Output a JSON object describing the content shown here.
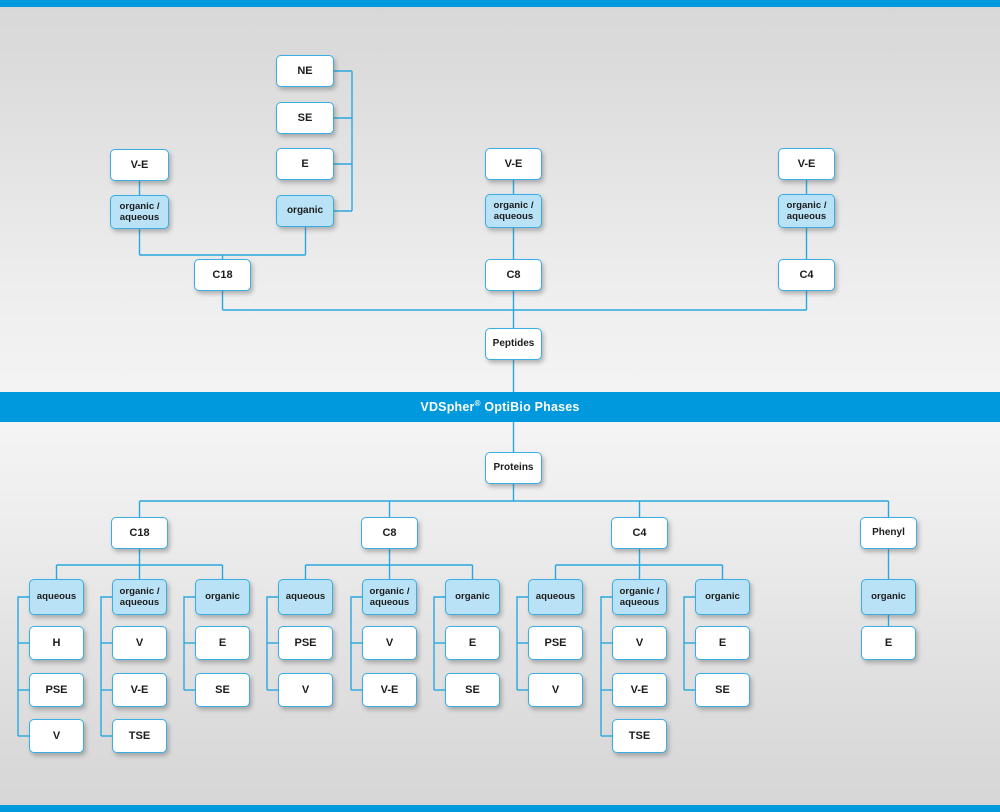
{
  "banner": {
    "brand": "VDSpher",
    "registered": "®",
    "title": " OptiBio Phases",
    "full_text": "VDSpher® OptiBio Phases",
    "bg_color": "#0099dd",
    "text_color": "#ffffff"
  },
  "theme": {
    "line_color": "#29a8e0",
    "node_border": "#3aaee4",
    "node_bg": "#ffffff",
    "node_tint_bg": "#b9e2f6",
    "background_top": "#d8d8d8",
    "background_mid": "#f4f4f4",
    "background_bottom": "#d6d6d6",
    "accent": "#0099dd"
  },
  "peptides": {
    "root_label": "Peptides",
    "columns": [
      {
        "phase": "C18",
        "modes": [
          {
            "label": "organic / aqueous",
            "line1": "organic /",
            "line2": "aqueous",
            "tint": true,
            "children": [
              "V-E"
            ]
          },
          {
            "label": "organic",
            "line1": "organic",
            "line2": "",
            "tint": true,
            "children": [
              "NE",
              "SE",
              "E"
            ]
          }
        ]
      },
      {
        "phase": "C8",
        "modes": [
          {
            "label": "organic / aqueous",
            "line1": "organic /",
            "line2": "aqueous",
            "tint": true,
            "children": [
              "V-E"
            ]
          }
        ]
      },
      {
        "phase": "C4",
        "modes": [
          {
            "label": "organic / aqueous",
            "line1": "organic /",
            "line2": "aqueous",
            "tint": true,
            "children": [
              "V-E"
            ]
          }
        ]
      }
    ]
  },
  "proteins": {
    "root_label": "Proteins",
    "columns": [
      {
        "phase": "C18",
        "modes": [
          {
            "label": "aqueous",
            "line1": "aqueous",
            "line2": "",
            "tint": true,
            "children": [
              "H",
              "PSE",
              "V"
            ]
          },
          {
            "label": "organic / aqueous",
            "line1": "organic /",
            "line2": "aqueous",
            "tint": true,
            "children": [
              "V",
              "V-E",
              "TSE"
            ]
          },
          {
            "label": "organic",
            "line1": "organic",
            "line2": "",
            "tint": true,
            "children": [
              "E",
              "SE"
            ]
          }
        ]
      },
      {
        "phase": "C8",
        "modes": [
          {
            "label": "aqueous",
            "line1": "aqueous",
            "line2": "",
            "tint": true,
            "children": [
              "PSE",
              "V"
            ]
          },
          {
            "label": "organic / aqueous",
            "line1": "organic /",
            "line2": "aqueous",
            "tint": true,
            "children": [
              "V",
              "V-E"
            ]
          },
          {
            "label": "organic",
            "line1": "organic",
            "line2": "",
            "tint": true,
            "children": [
              "E",
              "SE"
            ]
          }
        ]
      },
      {
        "phase": "C4",
        "modes": [
          {
            "label": "aqueous",
            "line1": "aqueous",
            "line2": "",
            "tint": true,
            "children": [
              "PSE",
              "V"
            ]
          },
          {
            "label": "organic / aqueous",
            "line1": "organic /",
            "line2": "aqueous",
            "tint": true,
            "children": [
              "V",
              "V-E",
              "TSE"
            ]
          },
          {
            "label": "organic",
            "line1": "organic",
            "line2": "",
            "tint": true,
            "children": [
              "E",
              "SE"
            ]
          }
        ]
      },
      {
        "phase": "Phenyl",
        "modes": [
          {
            "label": "organic",
            "line1": "organic",
            "line2": "",
            "tint": true,
            "children": [
              "E"
            ]
          }
        ]
      }
    ]
  },
  "nodes": {
    "top_c18_ve": "V-E",
    "top_c18_orgaq_l1": "organic /",
    "top_c18_orgaq_l2": "aqueous",
    "top_ne": "NE",
    "top_se": "SE",
    "top_e": "E",
    "top_organic": "organic",
    "top_c18": "C18",
    "top_c8_ve": "V-E",
    "top_c8_orgaq_l1": "organic /",
    "top_c8_orgaq_l2": "aqueous",
    "top_c8": "C8",
    "top_c4_ve": "V-E",
    "top_c4_orgaq_l1": "organic /",
    "top_c4_orgaq_l2": "aqueous",
    "top_c4": "C4",
    "peptides": "Peptides",
    "proteins": "Proteins",
    "p_c18": "C18",
    "p_c18_aq": "aqueous",
    "p_c18_aq_1": "H",
    "p_c18_aq_2": "PSE",
    "p_c18_aq_3": "V",
    "p_c18_oa_l1": "organic /",
    "p_c18_oa_l2": "aqueous",
    "p_c18_oa_1": "V",
    "p_c18_oa_2": "V-E",
    "p_c18_oa_3": "TSE",
    "p_c18_org": "organic",
    "p_c18_org_1": "E",
    "p_c18_org_2": "SE",
    "p_c8": "C8",
    "p_c8_aq": "aqueous",
    "p_c8_aq_1": "PSE",
    "p_c8_aq_2": "V",
    "p_c8_oa_l1": "organic /",
    "p_c8_oa_l2": "aqueous",
    "p_c8_oa_1": "V",
    "p_c8_oa_2": "V-E",
    "p_c8_org": "organic",
    "p_c8_org_1": "E",
    "p_c8_org_2": "SE",
    "p_c4": "C4",
    "p_c4_aq": "aqueous",
    "p_c4_aq_1": "PSE",
    "p_c4_aq_2": "V",
    "p_c4_oa_l1": "organic /",
    "p_c4_oa_l2": "aqueous",
    "p_c4_oa_1": "V",
    "p_c4_oa_2": "V-E",
    "p_c4_oa_3": "TSE",
    "p_c4_org": "organic",
    "p_c4_org_1": "E",
    "p_c4_org_2": "SE",
    "p_phenyl": "Phenyl",
    "p_phenyl_org": "organic",
    "p_phenyl_org_1": "E"
  }
}
